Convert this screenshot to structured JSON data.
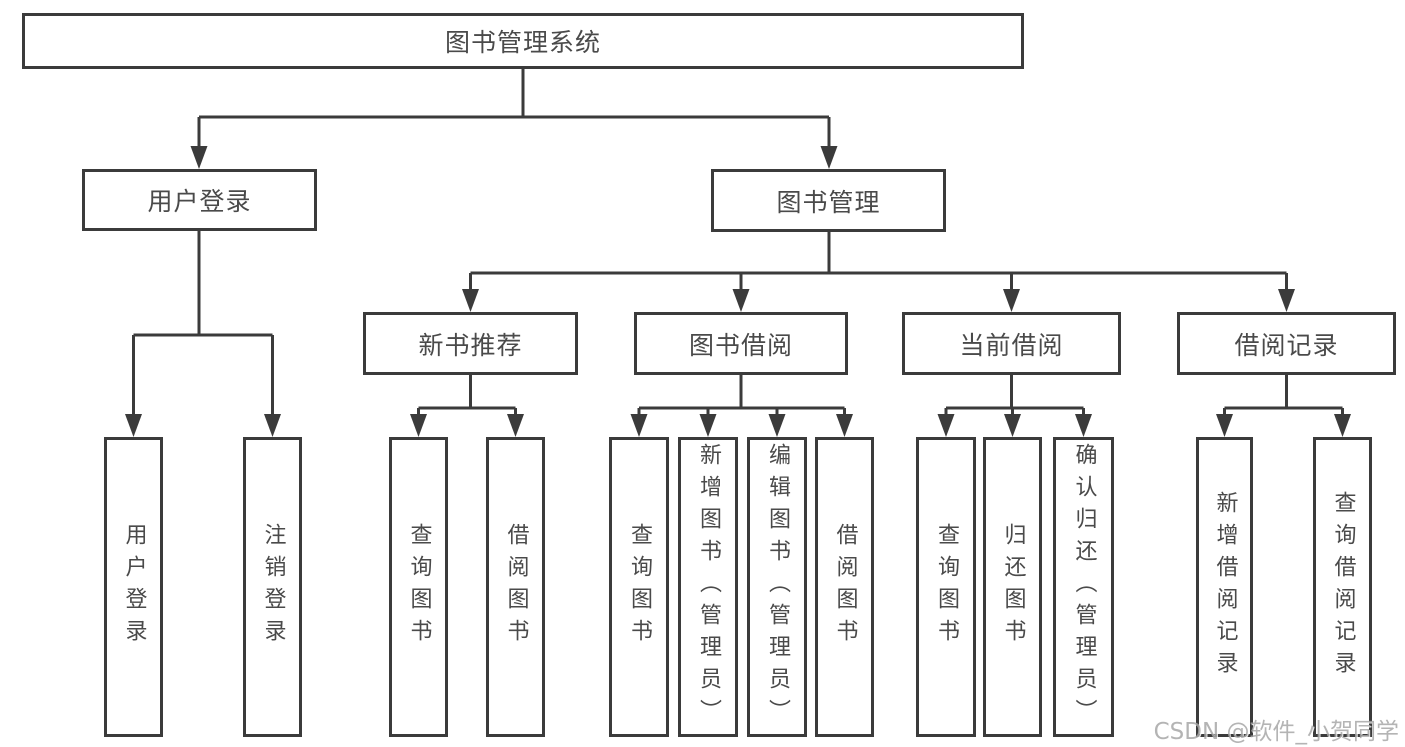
{
  "diagram": {
    "title": "图书管理系统",
    "level2": [
      {
        "label": "用户登录"
      },
      {
        "label": "图书管理"
      }
    ],
    "level3": [
      {
        "label": "新书推荐"
      },
      {
        "label": "图书借阅"
      },
      {
        "label": "当前借阅"
      },
      {
        "label": "借阅记录"
      }
    ],
    "leaves": {
      "user_login": [
        "用户登录",
        "注销登录"
      ],
      "new_book_recommend": [
        "查询图书",
        "借阅图书"
      ],
      "book_borrow": [
        "查询图书",
        "新增图书（管理员）",
        "编辑图书（管理员）",
        "借阅图书"
      ],
      "current_borrow": [
        "查询图书",
        "归还图书",
        "确认归还（管理员）"
      ],
      "borrow_record": [
        "新增借阅记录",
        "查询借阅记录"
      ]
    }
  },
  "watermark": "CSDN @软件_小贺同学",
  "colors": {
    "line": "#3b3b3b",
    "text": "#4a4a4a",
    "watermark": "#a8a8a8",
    "background": "#ffffff"
  }
}
